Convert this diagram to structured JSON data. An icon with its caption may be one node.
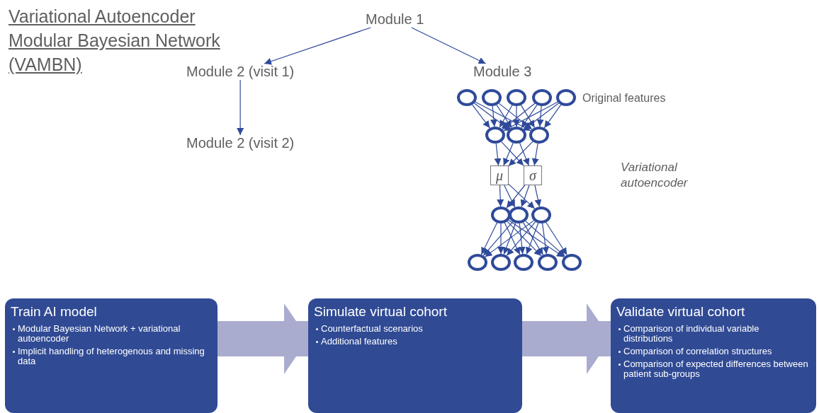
{
  "diagram": {
    "title": "Variational Autoencoder Modular Bayesian Network (VAMBN)",
    "nodes": [
      {
        "text": [
          "Module 1"
        ]
      },
      {
        "text": [
          "Module 2 (visit 1)"
        ]
      },
      {
        "text": [
          "Module 2 (visit 2)"
        ]
      },
      {
        "text": [
          "Module 3"
        ]
      },
      {
        "text": [],
        "shape": "circle"
      },
      {
        "text": [],
        "shape": "circle"
      },
      {
        "text": [],
        "shape": "circle"
      },
      {
        "text": [],
        "shape": "circle"
      },
      {
        "text": [],
        "shape": "circle"
      },
      {
        "text": [],
        "shape": "circle"
      },
      {
        "text": [],
        "shape": "circle"
      },
      {
        "text": [],
        "shape": "circle"
      },
      {
        "text": [
          "μ"
        ]
      },
      {
        "text": [
          "σ"
        ]
      },
      {
        "text": [],
        "shape": "circle"
      },
      {
        "text": [],
        "shape": "circle"
      },
      {
        "text": [],
        "shape": "circle"
      },
      {
        "text": [],
        "shape": "circle"
      },
      {
        "text": [],
        "shape": "circle"
      },
      {
        "text": [],
        "shape": "circle"
      },
      {
        "text": [],
        "shape": "circle"
      },
      {
        "text": [],
        "shape": "circle"
      },
      {
        "text": [
          "Train AI model",
          "Modular Bayesian Network + variational autoencoder",
          "Implicit handling of heterogenous and missing data"
        ]
      },
      {
        "text": [
          "Simulate virtual cohort",
          "Counterfactual scenarios",
          "Additional features"
        ]
      },
      {
        "text": [
          "Validate virtual  cohort",
          "Comparison of individual variable distributions",
          "Comparison of correlation structures",
          "Comparison of expected differences between patient sub-groups"
        ]
      }
    ],
    "edges": [
      {
        "from": 0,
        "to": 1,
        "arrow": "to"
      },
      {
        "from": 0,
        "to": 3,
        "arrow": "to"
      },
      {
        "from": 1,
        "to": 2,
        "arrow": "to"
      },
      {
        "from": 4,
        "to": 9,
        "arrow": "to"
      },
      {
        "from": 4,
        "to": 10,
        "arrow": "to"
      },
      {
        "from": 4,
        "to": 11,
        "arrow": "to"
      },
      {
        "from": 5,
        "to": 9,
        "arrow": "to"
      },
      {
        "from": 5,
        "to": 10,
        "arrow": "to"
      },
      {
        "from": 5,
        "to": 11,
        "arrow": "to"
      },
      {
        "from": 6,
        "to": 9,
        "arrow": "to"
      },
      {
        "from": 6,
        "to": 10,
        "arrow": "to"
      },
      {
        "from": 6,
        "to": 11,
        "arrow": "to"
      },
      {
        "from": 7,
        "to": 9,
        "arrow": "to"
      },
      {
        "from": 7,
        "to": 10,
        "arrow": "to"
      },
      {
        "from": 7,
        "to": 11,
        "arrow": "to"
      },
      {
        "from": 8,
        "to": 9,
        "arrow": "to"
      },
      {
        "from": 8,
        "to": 10,
        "arrow": "to"
      },
      {
        "from": 8,
        "to": 11,
        "arrow": "to"
      },
      {
        "from": 9,
        "to": 12,
        "arrow": "to"
      },
      {
        "from": 9,
        "to": 13,
        "arrow": "to"
      },
      {
        "from": 10,
        "to": 12,
        "arrow": "to"
      },
      {
        "from": 10,
        "to": 13,
        "arrow": "to"
      },
      {
        "from": 11,
        "to": 12,
        "arrow": "to"
      },
      {
        "from": 11,
        "to": 13,
        "arrow": "to"
      },
      {
        "from": 12,
        "to": 14,
        "arrow": "to"
      },
      {
        "from": 12,
        "to": 15,
        "arrow": "to"
      },
      {
        "from": 12,
        "to": 16,
        "arrow": "to"
      },
      {
        "from": 13,
        "to": 14,
        "arrow": "to"
      },
      {
        "from": 13,
        "to": 15,
        "arrow": "to"
      },
      {
        "from": 13,
        "to": 16,
        "arrow": "to"
      },
      {
        "from": 14,
        "to": 17,
        "arrow": "to"
      },
      {
        "from": 14,
        "to": 18,
        "arrow": "to"
      },
      {
        "from": 14,
        "to": 19,
        "arrow": "to"
      },
      {
        "from": 14,
        "to": 20,
        "arrow": "to"
      },
      {
        "from": 14,
        "to": 21,
        "arrow": "to"
      },
      {
        "from": 15,
        "to": 17,
        "arrow": "to"
      },
      {
        "from": 15,
        "to": 18,
        "arrow": "to"
      },
      {
        "from": 15,
        "to": 19,
        "arrow": "to"
      },
      {
        "from": 15,
        "to": 20,
        "arrow": "to"
      },
      {
        "from": 15,
        "to": 21,
        "arrow": "to"
      },
      {
        "from": 16,
        "to": 17,
        "arrow": "to"
      },
      {
        "from": 16,
        "to": 18,
        "arrow": "to"
      },
      {
        "from": 16,
        "to": 19,
        "arrow": "to"
      },
      {
        "from": 16,
        "to": 20,
        "arrow": "to"
      },
      {
        "from": 16,
        "to": 21,
        "arrow": "to"
      },
      {
        "from": 22,
        "to": 23,
        "arrow": "to",
        "style": "thick",
        "color": "#a9acce"
      },
      {
        "from": 23,
        "to": 24,
        "arrow": "to",
        "style": "thick",
        "color": "#a9acce"
      }
    ],
    "labels": [
      "Original features",
      "Variational autoencoder"
    ]
  }
}
